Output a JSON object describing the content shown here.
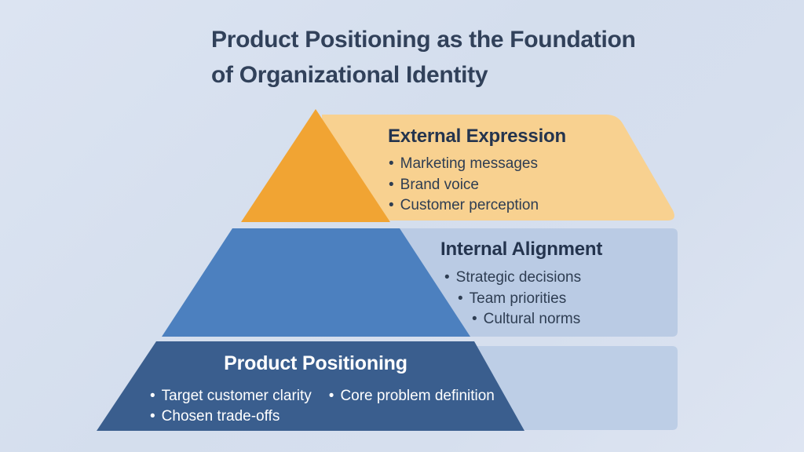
{
  "ui": {
    "bullet_char": "•"
  },
  "title": {
    "line1": "Product Positioning as the Foundation",
    "line2": "of Organizational Identity"
  },
  "colors": {
    "background": "#d6dfee",
    "title_text": "#31415a",
    "heading_text": "#24344e",
    "body_text": "#2e3d52",
    "white_text": "#ffffff"
  },
  "pyramid": {
    "levels": [
      {
        "name": "External Expression",
        "bullets": [
          "Marketing messages",
          "Brand voice",
          "Customer perception"
        ],
        "shape_color": "#f1a433",
        "panel_color": "#f8d190"
      },
      {
        "name": "Internal Alignment",
        "bullets": [
          "Strategic decisions",
          "Team priorities",
          "Cultural norms"
        ],
        "shape_color": "#4c80bf",
        "panel_color": "#bacbe4"
      },
      {
        "name": "Product Positioning",
        "bullets": [
          "Target customer clarity",
          "Core problem definition",
          "Chosen trade-offs"
        ],
        "shape_color": "#3a5e8e",
        "panel_color": "#bdcee6"
      }
    ]
  }
}
